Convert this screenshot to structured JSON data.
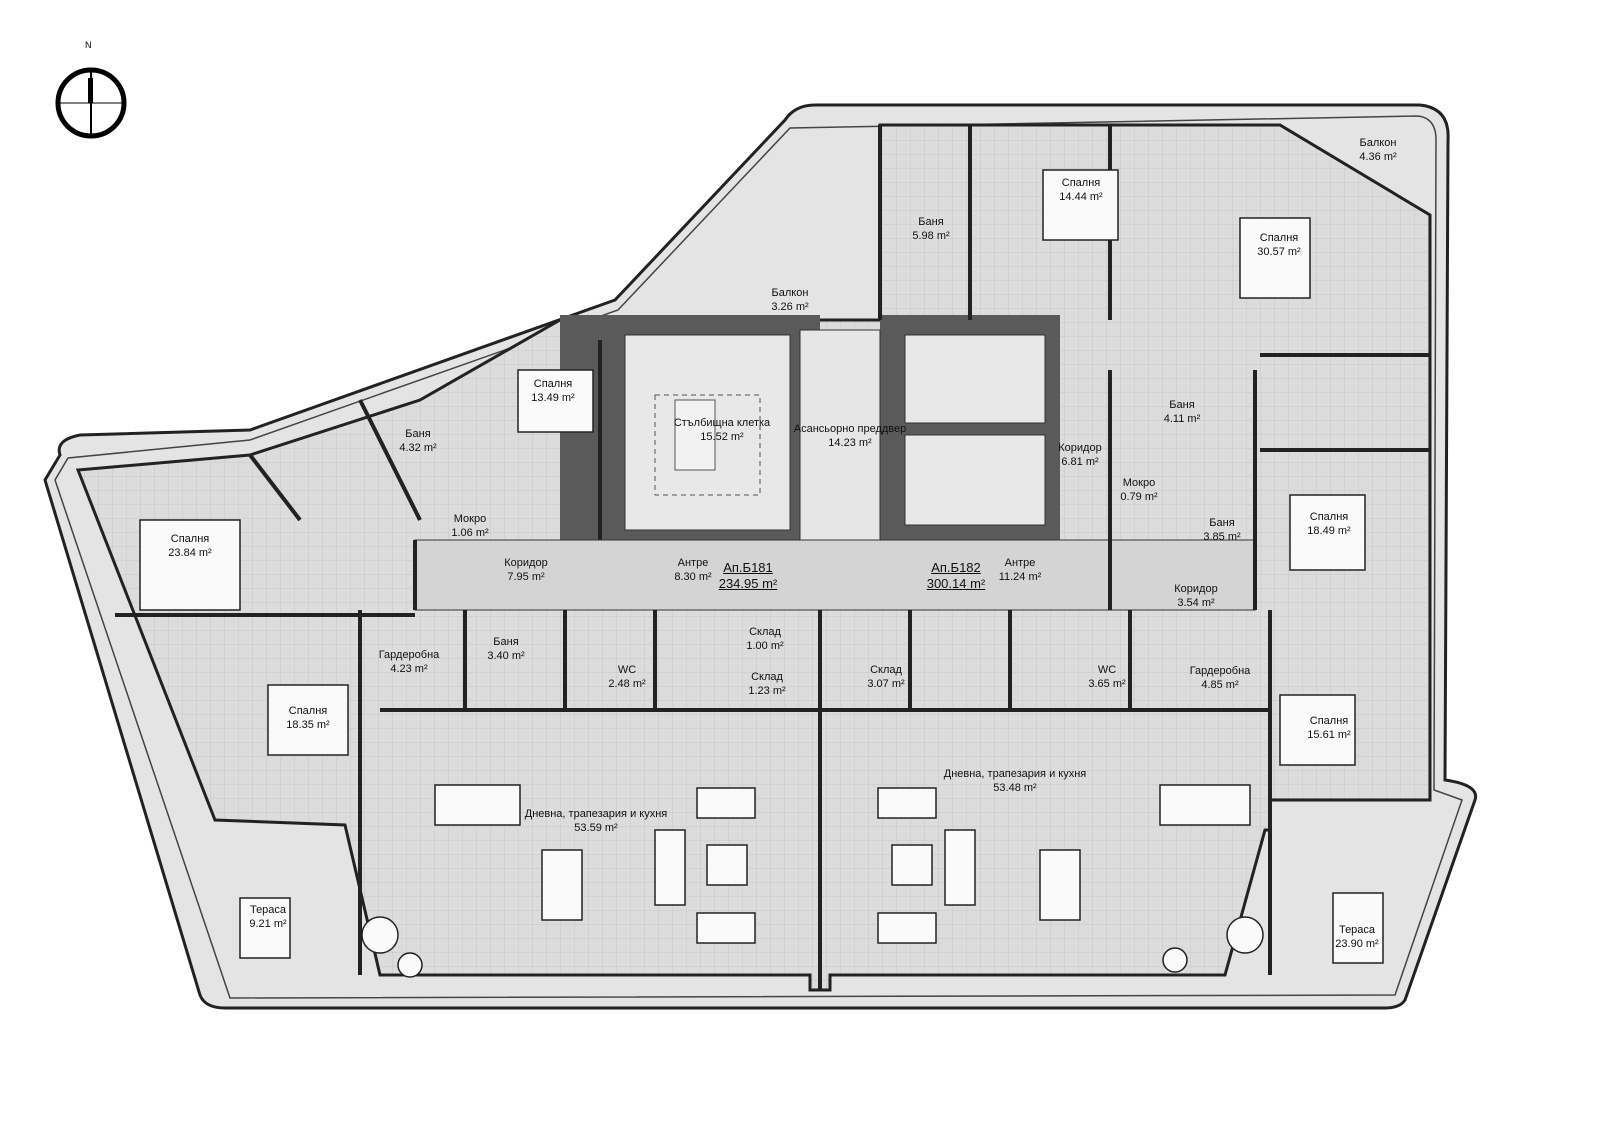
{
  "compass": {
    "label": "N"
  },
  "apartments": [
    {
      "name": "Ап.Б181",
      "area": "234.95 m²"
    },
    {
      "name": "Ап.Б182",
      "area": "300.14 m²"
    }
  ],
  "rooms": [
    {
      "name": "Балкон",
      "area": "4.36 m²"
    },
    {
      "name": "Спалня",
      "area": "14.44 m²"
    },
    {
      "name": "Баня",
      "area": "5.98 m²"
    },
    {
      "name": "Спалня",
      "area": "30.57 m²"
    },
    {
      "name": "Балкон",
      "area": "3.26 m²"
    },
    {
      "name": "Спалня",
      "area": "13.49 m²"
    },
    {
      "name": "Баня",
      "area": "4.32 m²"
    },
    {
      "name": "Стълбищна клетка",
      "area": "15.52 m²"
    },
    {
      "name": "Асансьорно преддвер",
      "area": "14.23 m²"
    },
    {
      "name": "Коридор",
      "area": "6.81 m²"
    },
    {
      "name": "Баня",
      "area": "4.11 m²"
    },
    {
      "name": "Мокро",
      "area": "0.79 m²"
    },
    {
      "name": "Баня",
      "area": "3.85 m²"
    },
    {
      "name": "Спалня",
      "area": "18.49 m²"
    },
    {
      "name": "Спалня",
      "area": "23.84 m²"
    },
    {
      "name": "Мокро",
      "area": "1.06 m²"
    },
    {
      "name": "Коридор",
      "area": "7.95 m²"
    },
    {
      "name": "Антре",
      "area": "8.30 m²"
    },
    {
      "name": "Антре",
      "area": "11.24 m²"
    },
    {
      "name": "Коридор",
      "area": "3.54 m²"
    },
    {
      "name": "Склад",
      "area": "1.00 m²"
    },
    {
      "name": "Склад",
      "area": "1.23 m²"
    },
    {
      "name": "Склад",
      "area": "3.07 m²"
    },
    {
      "name": "Гардеробна",
      "area": "4.23 m²"
    },
    {
      "name": "Баня",
      "area": "3.40 m²"
    },
    {
      "name": "WC",
      "area": "2.48 m²"
    },
    {
      "name": "WC",
      "area": "3.65 m²"
    },
    {
      "name": "Гардеробна",
      "area": "4.85 m²"
    },
    {
      "name": "Спалня",
      "area": "18.35 m²"
    },
    {
      "name": "Спалня",
      "area": "15.61 m²"
    },
    {
      "name": "Дневна, трапезария и кухня",
      "area": "53.59 m²"
    },
    {
      "name": "Дневна, трапезария и кухня",
      "area": "53.48 m²"
    },
    {
      "name": "Тераса",
      "area": "9.21 m²"
    },
    {
      "name": "Тераса",
      "area": "23.90 m²"
    }
  ]
}
